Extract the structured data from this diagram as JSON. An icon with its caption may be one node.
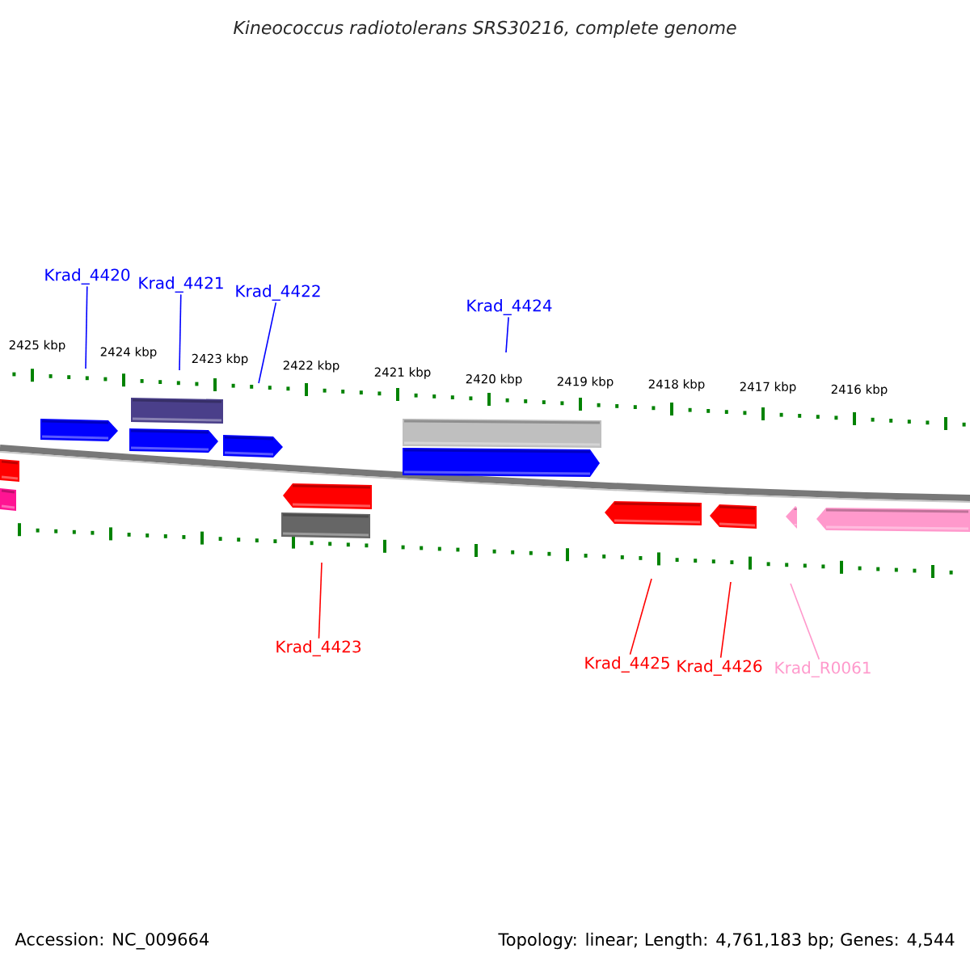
{
  "diagram": {
    "title": "Kineococcus radiotolerans SRS30216, complete genome",
    "nodes": [
      {
        "text": [
          "Krad_4420"
        ]
      },
      {
        "text": [
          "Krad_4421"
        ]
      },
      {
        "text": [
          "Krad_4422"
        ]
      },
      {
        "text": [
          "Krad_4424"
        ]
      },
      {
        "text": [
          "Krad_4423"
        ]
      },
      {
        "text": [
          "Krad_4425"
        ]
      },
      {
        "text": [
          "Krad_4426"
        ]
      },
      {
        "text": [
          "Krad_R0061"
        ]
      }
    ],
    "edges": [
      {
        "from": 0,
        "to": null,
        "arrow": "none",
        "color": "#0000ff"
      },
      {
        "from": 1,
        "to": null,
        "arrow": "none",
        "color": "#0000ff"
      },
      {
        "from": 2,
        "to": null,
        "arrow": "none",
        "color": "#0000ff"
      },
      {
        "from": 3,
        "to": null,
        "arrow": "none",
        "color": "#0000ff"
      },
      {
        "from": 4,
        "to": null,
        "arrow": "none",
        "color": "#ff0000"
      },
      {
        "from": 5,
        "to": null,
        "arrow": "none",
        "color": "#ff0000"
      },
      {
        "from": 6,
        "to": null,
        "arrow": "none",
        "color": "#ff0000"
      },
      {
        "from": 7,
        "to": null,
        "arrow": "none",
        "color": "#ff99cc"
      }
    ],
    "labels": [
      "2425 kbp",
      "2424 kbp",
      "2423 kbp",
      "2422 kbp",
      "2421 kbp",
      "2420 kbp",
      "2419 kbp",
      "2418 kbp",
      "2417 kbp",
      "2416 kbp",
      "Accession: NC_009664",
      "Topology: linear; Length: 4,761,183 bp; Genes: 4,544"
    ]
  }
}
